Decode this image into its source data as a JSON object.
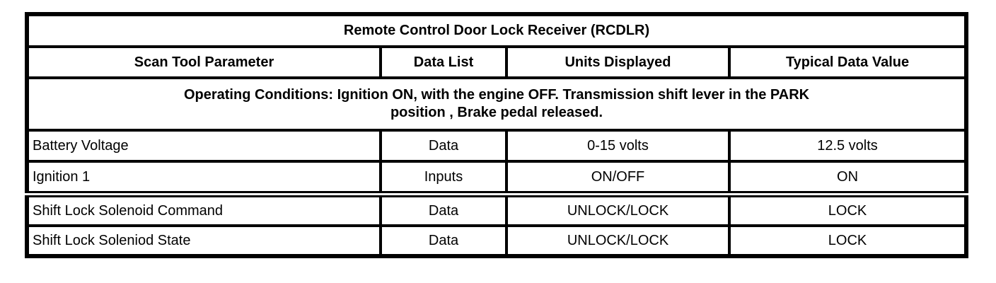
{
  "colors": {
    "border": "#000000",
    "text": "#000000",
    "background": "#ffffff"
  },
  "table": {
    "title": "Remote Control Door Lock Receiver (RCDLR)",
    "columns": [
      "Scan Tool Parameter",
      "Data List",
      "Units Displayed",
      "Typical Data Value"
    ],
    "operating_conditions": {
      "line1": "Operating Conditions: Ignition ON, with the engine OFF. Transmission shift lever in the PARK",
      "line2": "position , Brake pedal released."
    },
    "rows": [
      {
        "parameter": "Battery Voltage",
        "data_list": "Data",
        "units_displayed": "0-15 volts",
        "typical_value": "12.5 volts"
      },
      {
        "parameter": "Ignition 1",
        "data_list": "Inputs",
        "units_displayed": "ON/OFF",
        "typical_value": "ON"
      },
      {
        "parameter": "Shift Lock Solenoid Command",
        "data_list": "Data",
        "units_displayed": "UNLOCK/LOCK",
        "typical_value": "LOCK"
      },
      {
        "parameter": "Shift Lock Soleniod State",
        "data_list": "Data",
        "units_displayed": "UNLOCK/LOCK",
        "typical_value": "LOCK"
      }
    ]
  }
}
